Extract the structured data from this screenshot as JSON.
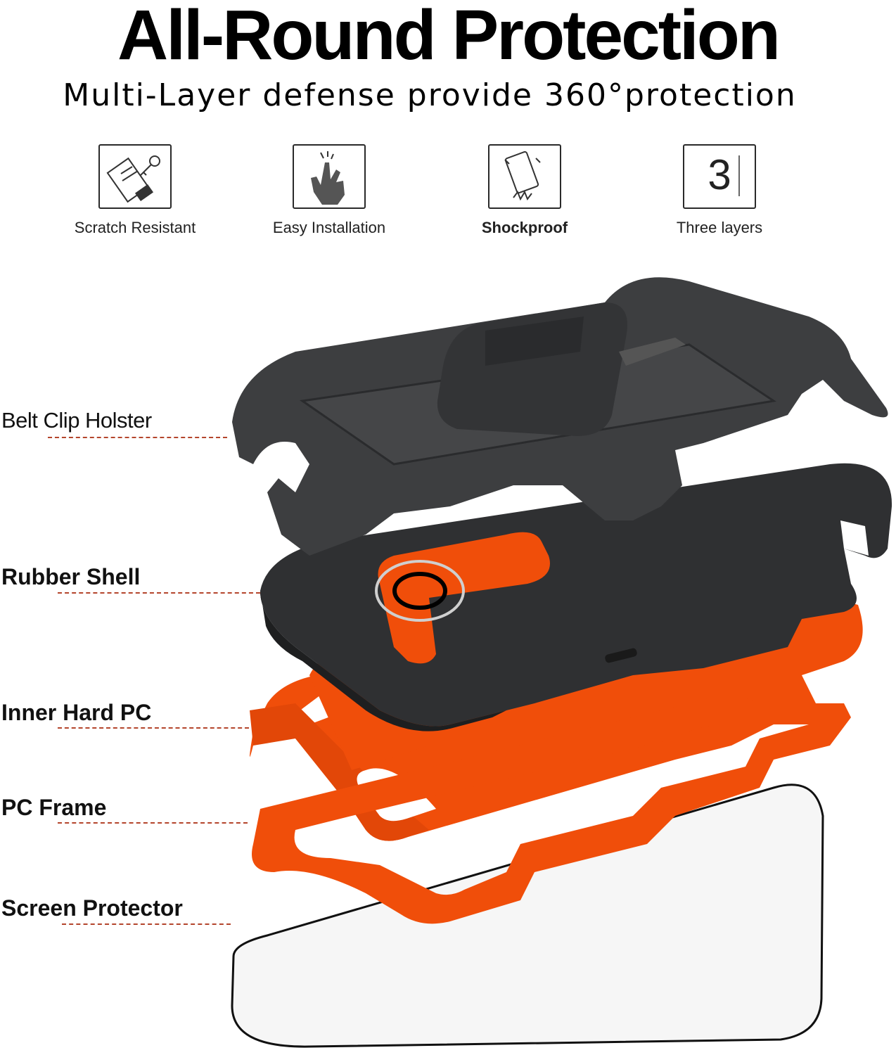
{
  "header": {
    "title": "All-Round Protection",
    "subtitle": "Multi-Layer defense provide 360°protection"
  },
  "features": [
    {
      "label": "Scratch Resistant",
      "icon": "scratch-resistant-icon"
    },
    {
      "label": "Easy Installation",
      "icon": "finger-tap-icon"
    },
    {
      "label": "Shockproof",
      "icon": "shockproof-phone-icon"
    },
    {
      "label": "Three layers",
      "icon": "three-layers-icon",
      "icon_text": "3"
    }
  ],
  "layers": [
    {
      "label": "Belt Clip Holster"
    },
    {
      "label": "Rubber Shell"
    },
    {
      "label": "Inner Hard PC"
    },
    {
      "label": "PC Frame"
    },
    {
      "label": "Screen Protector"
    }
  ],
  "colors": {
    "accent_orange": "#f04e0a",
    "holster": "#3d3e40",
    "shell": "#2f3032",
    "leader_line": "#b4452c"
  }
}
